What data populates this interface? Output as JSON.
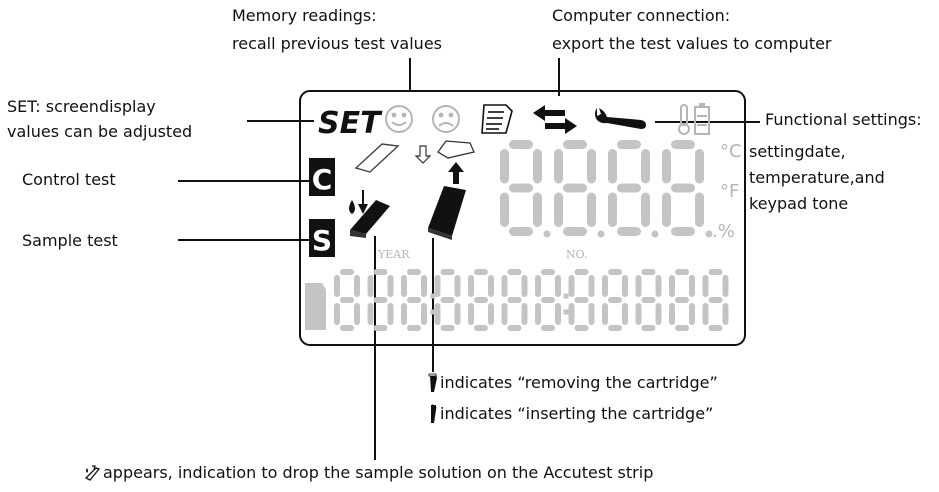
{
  "labels": {
    "memory_line1": "Memory readings:",
    "memory_line2": "recall previous test values",
    "computer_line1": "Computer connection:",
    "computer_line2": "export the test values to computer",
    "set_line1": "SET:  screendisplay",
    "set_line2": "values can be adjusted",
    "control_test": "Control test",
    "sample_test": "Sample test",
    "settings_line1": "Functional settings:",
    "settings_line2": "settingdate,",
    "settings_line3": "temperature,and",
    "settings_line4": "keypad tone",
    "removing": "indicates “removing the cartridge”",
    "inserting": "indicates “inserting the cartridge”",
    "drop_sample": "appears, indication to drop the sample solution on the Accutest strip"
  },
  "lcd": {
    "set_text": "SET",
    "c_badge": "C",
    "s_badge": "S",
    "unit_c": "°C",
    "unit_f": "°F",
    "unit_pct": ".%",
    "year_text": "YEAR",
    "no_text": "NO.",
    "big_digits": "8888",
    "small_digits": "8888:8888:8888"
  },
  "icons": [
    "smiley-icon",
    "frown-icon",
    "memory-icon",
    "transfer-arrows-icon",
    "wrench-icon",
    "thermometer-icon",
    "battery-icon",
    "strip-icon",
    "drop-icon",
    "cartridge-icon"
  ]
}
